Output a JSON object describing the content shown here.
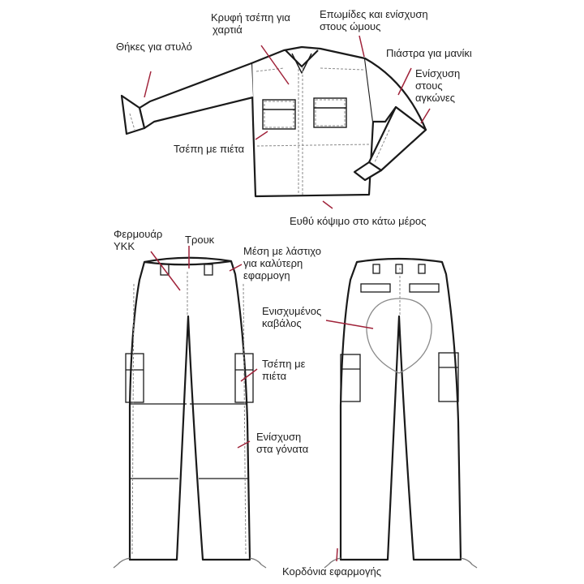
{
  "colors": {
    "outline": "#1a1a1a",
    "stitch": "#8a8a8a",
    "leader": "#a0233a",
    "background": "#ffffff"
  },
  "shirt": {
    "labels": {
      "pen_pockets": "Θήκες για στυλό",
      "hidden_pocket_l1": "Κρυφή τσέπη για",
      "hidden_pocket_l2": "χαρτιά",
      "epaulettes_l1": "Επωμίδες και ενίσχυση",
      "epaulettes_l2": "στους ώμους",
      "sleeve_tab": "Πιάστρα για μανίκι",
      "elbow_l1": "Ενίσχυση",
      "elbow_l2": "στους",
      "elbow_l3": "αγκώνες",
      "flap_pocket": "Τσέπη με πιέτα",
      "straight_hem": "Ευθύ κόψιμο στο κάτω μέρος"
    }
  },
  "trousers": {
    "labels": {
      "zipper_l1": "Φερμουάρ",
      "zipper_l2": "YKK",
      "snap": "Τρουκ",
      "waist_l1": "Μέση με λάστιχο",
      "waist_l2": "για καλύτερη",
      "waist_l3": "εφαρμογη",
      "crotch_l1": "Ενισχυμένος",
      "crotch_l2": "καβάλος",
      "cargo_l1": "Τσέπη με",
      "cargo_l2": "πιέτα",
      "knee_l1": "Ενίσχυση",
      "knee_l2": "στα γόνατα",
      "drawcords": "Κορδόνια εφαρμογής"
    }
  }
}
